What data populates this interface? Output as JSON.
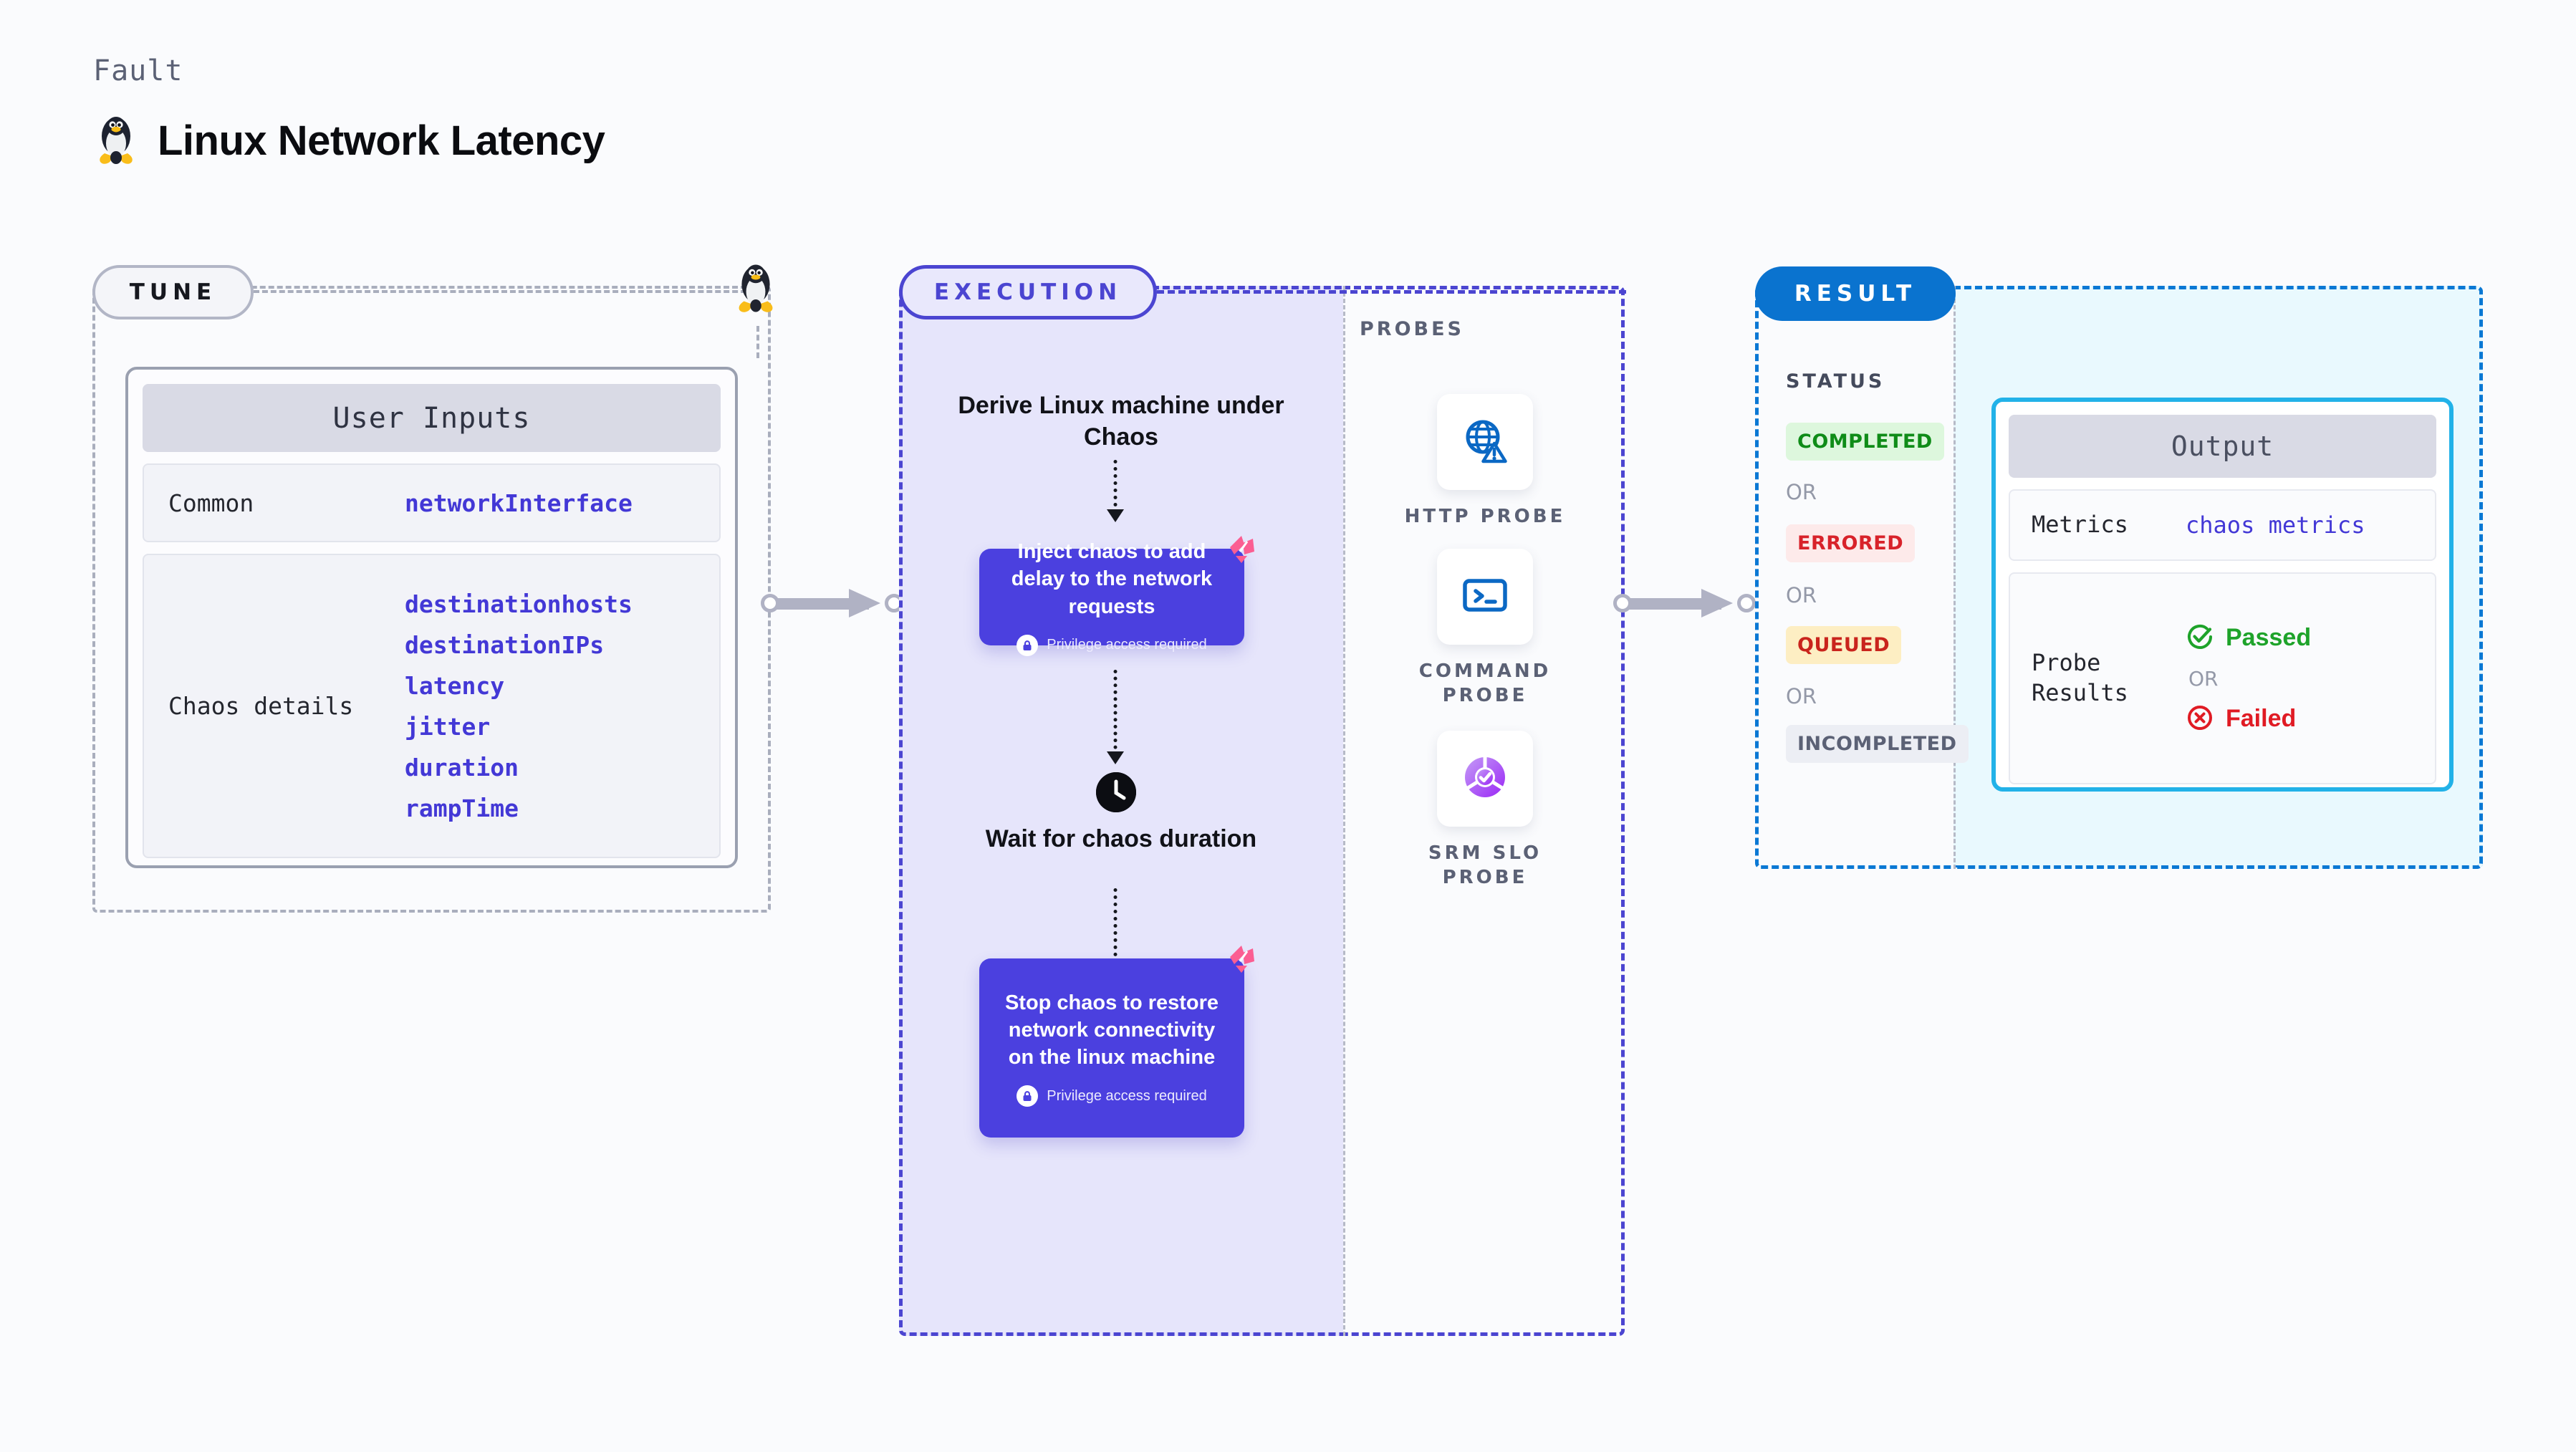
{
  "header": {
    "eyebrow": "Fault",
    "title": "Linux Network Latency",
    "icon": "linux-penguin-icon"
  },
  "tune": {
    "pill_label": "TUNE",
    "edge_icon": "linux-penguin-icon",
    "card": {
      "header": "User Inputs",
      "rows": [
        {
          "key": "Common",
          "values": [
            "networkInterface"
          ]
        },
        {
          "key": "Chaos details",
          "values": [
            "destinationhosts",
            "destinationIPs",
            "latency",
            "jitter",
            "duration",
            "rampTime"
          ]
        }
      ]
    }
  },
  "execution": {
    "pill_label": "EXECUTION",
    "step_derive": "Derive Linux machine under Chaos",
    "step_inject": {
      "title": "Inject chaos to add delay to the network requests",
      "privilege_note": "Privilege access required",
      "badge_icon": "litmus-chaos-icon",
      "lock_icon": "lock-icon"
    },
    "step_wait": {
      "title": "Wait for chaos duration",
      "icon": "clock-icon"
    },
    "step_stop": {
      "title": "Stop chaos to restore network connectivity on the linux machine",
      "privilege_note": "Privilege access required",
      "badge_icon": "litmus-chaos-icon",
      "lock_icon": "lock-icon"
    }
  },
  "probes": {
    "section_label": "PROBES",
    "items": [
      {
        "label": "HTTP PROBE",
        "icon": "globe-warning-icon"
      },
      {
        "label": "COMMAND PROBE",
        "icon": "terminal-icon"
      },
      {
        "label": "SRM SLO PROBE",
        "icon": "slo-donut-check-icon"
      }
    ]
  },
  "result": {
    "pill_label": "RESULT",
    "status_label": "STATUS",
    "or_label": "OR",
    "statuses": [
      {
        "label": "COMPLETED",
        "bg": "#ddf7dd",
        "fg": "#0f8c18"
      },
      {
        "label": "ERRORED",
        "bg": "#fdeaea",
        "fg": "#d8222a"
      },
      {
        "label": "QUEUED",
        "bg": "#fdeec3",
        "fg": "#c9241c"
      },
      {
        "label": "INCOMPLETED",
        "bg": "#eceef4",
        "fg": "#5b6175"
      }
    ],
    "output": {
      "header": "Output",
      "metrics_key": "Metrics",
      "metrics_value": "chaos metrics",
      "probe_results_key": "Probe Results",
      "passed_label": "Passed",
      "failed_label": "Failed",
      "or_label": "OR",
      "passed_icon": "check-circle-icon",
      "failed_icon": "x-circle-icon"
    }
  },
  "colors": {
    "accent_purple": "#4b40df",
    "accent_blue": "#0a73cf",
    "cyan_border": "#22b2e8",
    "litmus_pink": "#ff5c8d",
    "mono_value": "#4338d6"
  }
}
